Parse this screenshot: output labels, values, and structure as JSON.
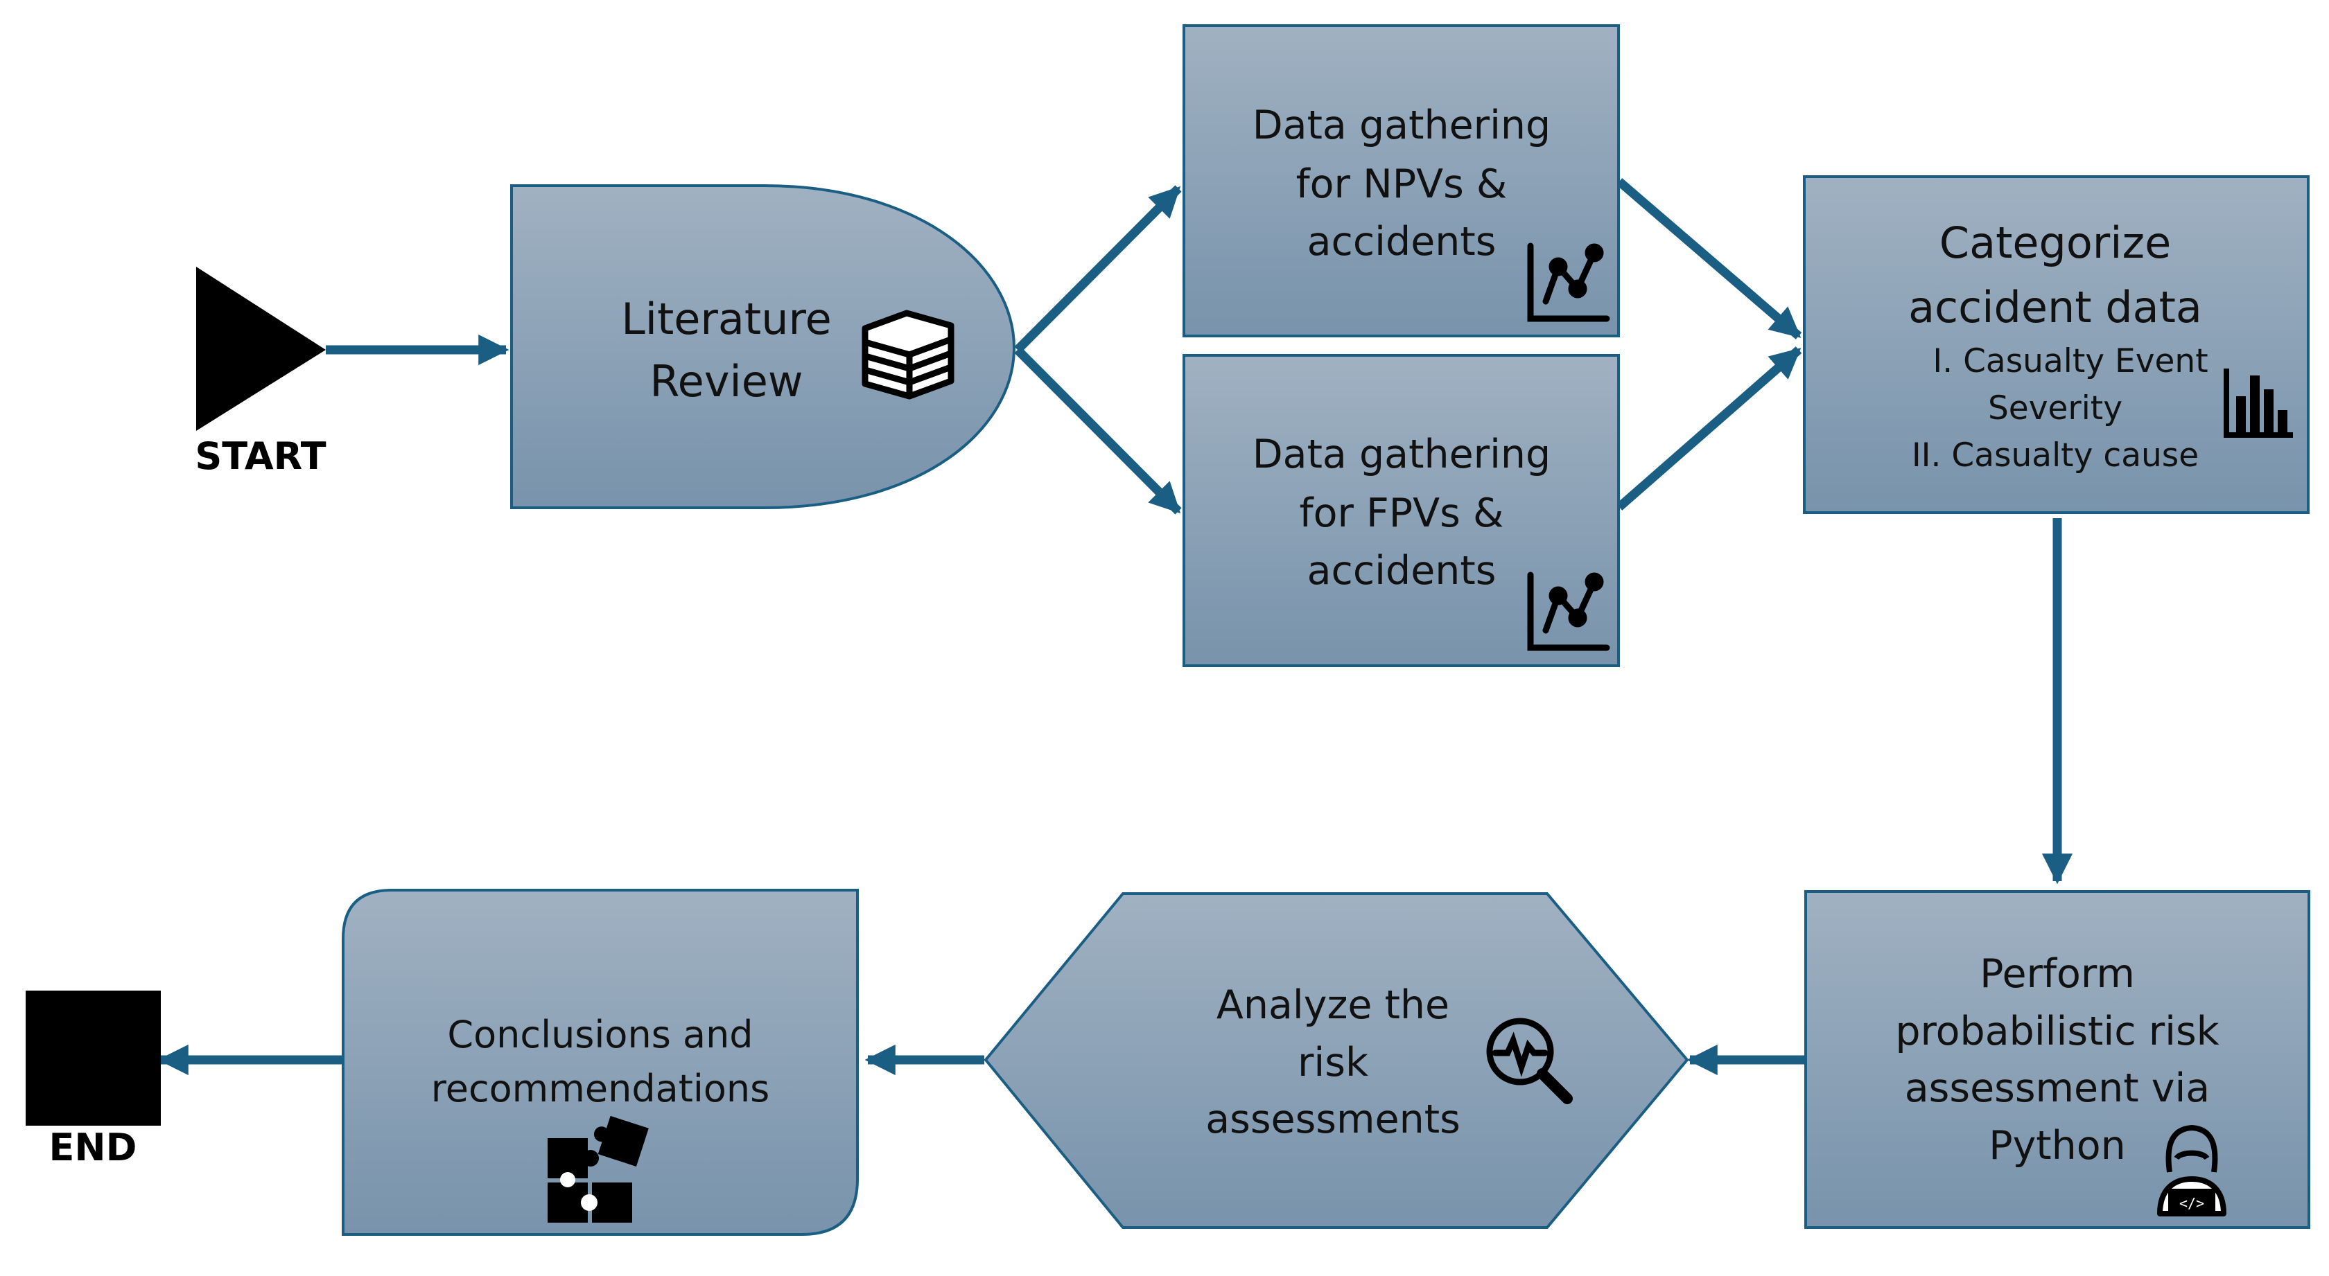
{
  "colors": {
    "accent": "#1b5e84",
    "box_top": "#a0b1c2",
    "box_bottom": "#7893ab",
    "border": "#1b5e84"
  },
  "start": {
    "label": "START"
  },
  "end": {
    "label": "END"
  },
  "literature": {
    "lines": [
      "Literature",
      "Review"
    ],
    "icon": "books-icon"
  },
  "npv": {
    "lines": [
      "Data gathering",
      "for NPVs &",
      "accidents"
    ],
    "icon": "line-chart-icon"
  },
  "fpv": {
    "lines": [
      "Data gathering",
      "for FPVs &",
      "accidents"
    ],
    "icon": "line-chart-icon"
  },
  "categorize": {
    "title_lines": [
      "Categorize",
      "accident data"
    ],
    "sub_lines": [
      "I. Casualty Event",
      "Severity",
      "II. Casualty cause"
    ],
    "icon": "bar-chart-icon"
  },
  "perform": {
    "lines": [
      "Perform",
      "probabilistic risk",
      "assessment via",
      "Python"
    ],
    "icon": "programmer-icon"
  },
  "analyze": {
    "lines": [
      "Analyze the",
      "risk",
      "assessments"
    ],
    "icon": "magnifier-pulse-icon"
  },
  "conclusions": {
    "lines": [
      "Conclusions and",
      "recommendations"
    ],
    "icon": "puzzle-icon"
  }
}
